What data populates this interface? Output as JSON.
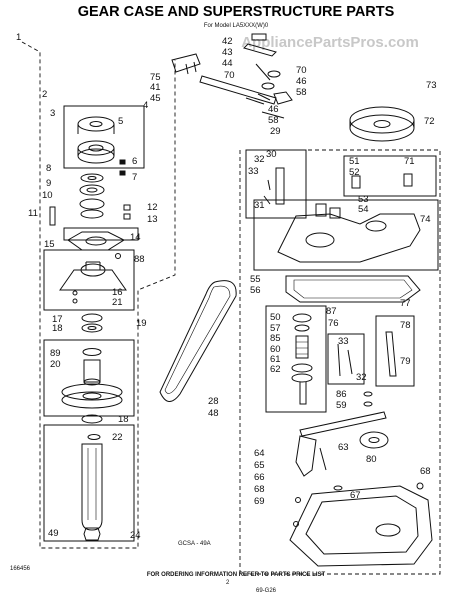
{
  "title": "GEAR CASE AND SUPERSTRUCTURE PARTS",
  "subtitle": "For Model LA5XXX(W)0",
  "watermark": "AppliancePartsPros.com",
  "footer": "FOR ORDERING INFORMATION REFER TO PARTS PRICE LIST",
  "figure_code": "GCSA - 49A",
  "doc_number": "166456",
  "page_note": "69-G26",
  "page_mark": "2",
  "callouts": [
    "1",
    "2",
    "3",
    "4",
    "5",
    "6",
    "7",
    "8",
    "9",
    "10",
    "11",
    "12",
    "13",
    "14",
    "15",
    "16",
    "17",
    "18",
    "18",
    "19",
    "20",
    "21",
    "22",
    "24",
    "28",
    "29",
    "30",
    "31",
    "32",
    "32",
    "33",
    "33",
    "41",
    "42",
    "43",
    "44",
    "45",
    "46",
    "46",
    "48",
    "49",
    "50",
    "51",
    "52",
    "53",
    "54",
    "55",
    "56",
    "57",
    "58",
    "58",
    "59",
    "60",
    "61",
    "62",
    "63",
    "64",
    "65",
    "66",
    "67",
    "68",
    "68",
    "69",
    "70",
    "70",
    "71",
    "72",
    "73",
    "74",
    "75",
    "76",
    "77",
    "78",
    "79",
    "80",
    "85",
    "86",
    "87",
    "88",
    "89"
  ],
  "colors": {
    "ink": "#111111",
    "paper": "#ffffff",
    "watermark": "#c8c8c8"
  }
}
